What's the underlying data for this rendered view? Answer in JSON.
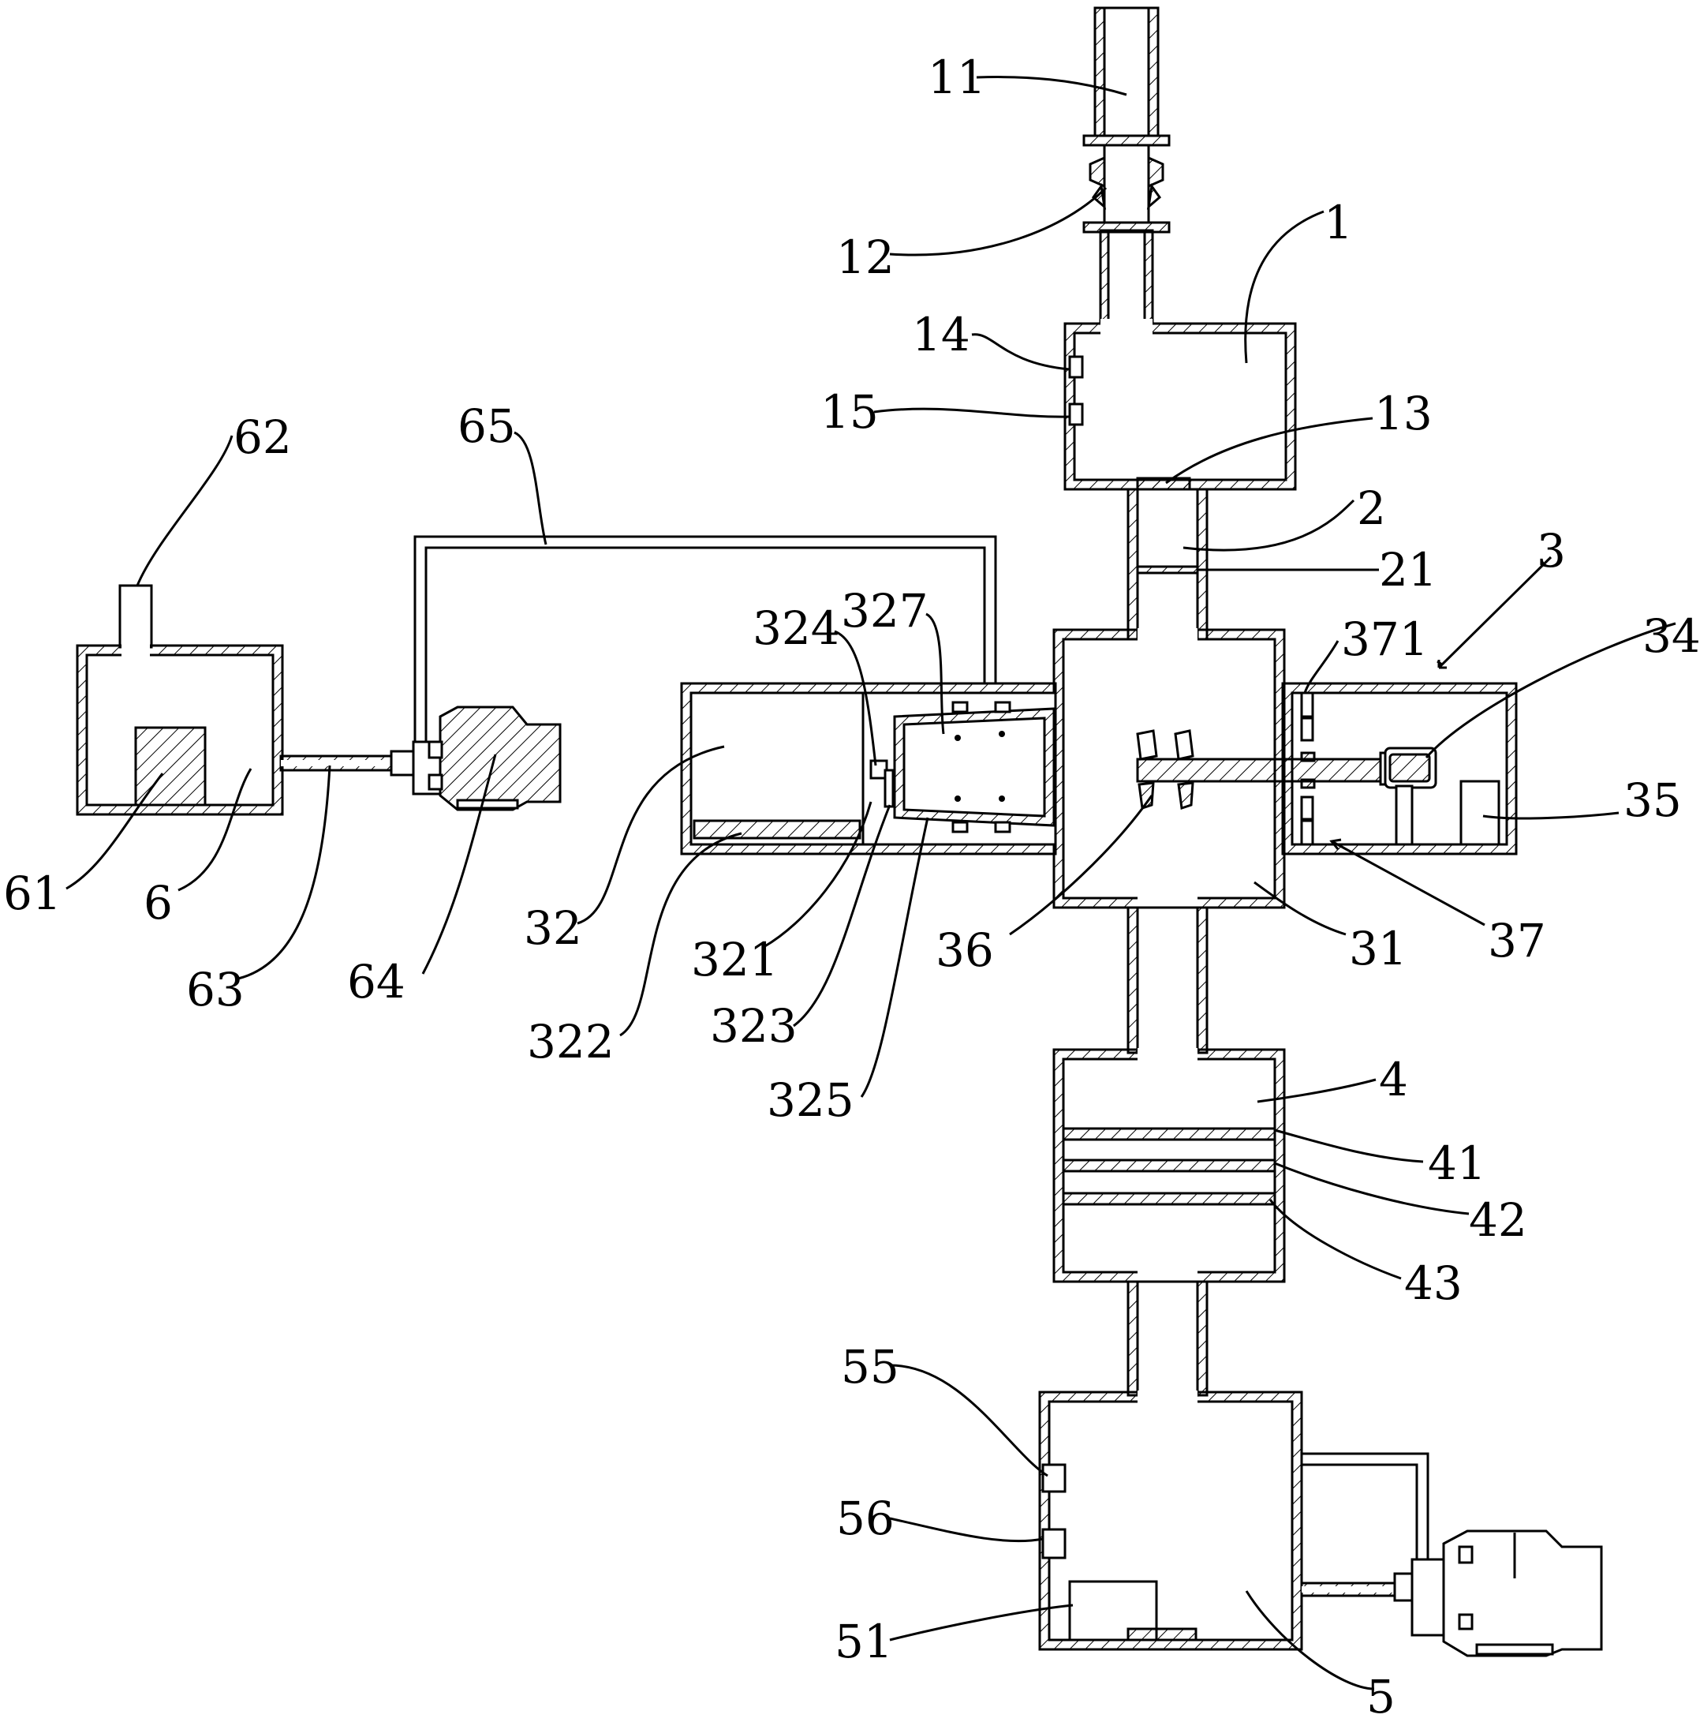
{
  "labels": {
    "l11": "11",
    "l12": "12",
    "l1": "1",
    "l14": "14",
    "l15": "15",
    "l13": "13",
    "l2": "2",
    "l21": "21",
    "l3": "3",
    "l371": "371",
    "l34": "34",
    "l35": "35",
    "l36": "36",
    "l31": "31",
    "l37": "37",
    "l62": "62",
    "l65": "65",
    "l324": "324",
    "l327": "327",
    "l32": "32",
    "l321": "321",
    "l322": "322",
    "l323": "323",
    "l325": "325",
    "l61": "61",
    "l6": "6",
    "l63": "63",
    "l64": "64",
    "l4": "4",
    "l41": "41",
    "l42": "42",
    "l43": "43",
    "l55": "55",
    "l56": "56",
    "l51": "51",
    "l5": "5"
  }
}
